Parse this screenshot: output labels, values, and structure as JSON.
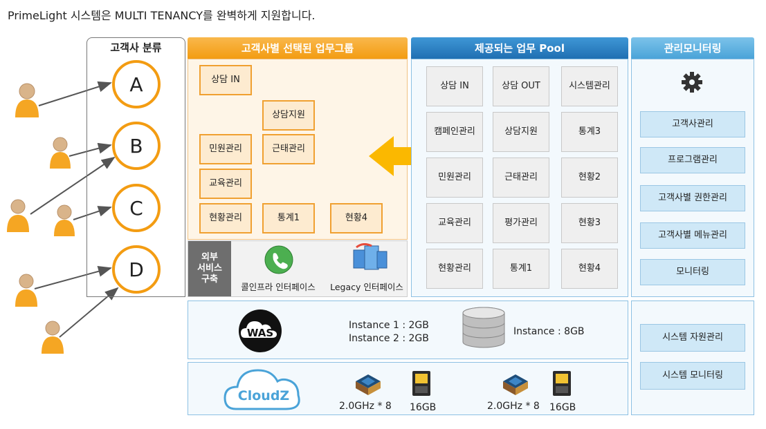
{
  "heading": "PrimeLight 시스템은 MULTI TENANCY를 완벽하게 지원합니다.",
  "customer": {
    "title": "고객사 분류",
    "groups": [
      "A",
      "B",
      "C",
      "D"
    ]
  },
  "selected": {
    "title": "고객사별 선택된 업무그룹",
    "items": [
      "상담 IN",
      "상담지원",
      "민원관리",
      "근태관리",
      "교육관리",
      "현황관리",
      "통계1",
      "현황4"
    ]
  },
  "external": {
    "label": "외부\n서비스\n구축",
    "items": [
      "콜인프라 인터페이스",
      "Legacy 인터페이스"
    ]
  },
  "pool": {
    "title": "제공되는 업무 Pool",
    "items": [
      "상담 IN",
      "상담 OUT",
      "시스템관리",
      "캠페인관리",
      "상담지원",
      "통계3",
      "민원관리",
      "근태관리",
      "현황2",
      "교육관리",
      "평가관리",
      "현황3",
      "현황관리",
      "통계1",
      "현황4"
    ]
  },
  "monitor": {
    "title": "관리모니터링",
    "items": [
      "고객사관리",
      "프로그램관리",
      "고객사별 권한관리",
      "고객사별 메뉴관리",
      "모니터링"
    ],
    "bottom_items": [
      "시스템 자원관리",
      "시스템 모니터링"
    ]
  },
  "was": {
    "logo": "WAS",
    "instance1": "Instance 1 : 2GB",
    "instance2": "Instance 2 : 2GB",
    "db_instance": "Instance : 8GB"
  },
  "cloud": {
    "logo": "CloudZ",
    "cpu1": "2.0GHz * 8",
    "mem1": "16GB",
    "cpu2": "2.0GHz * 8",
    "mem2": "16GB"
  },
  "colors": {
    "orange": "#f5a623",
    "blue": "#2d86c8",
    "light_blue": "#5aaee0",
    "circle": "#f39c12"
  }
}
